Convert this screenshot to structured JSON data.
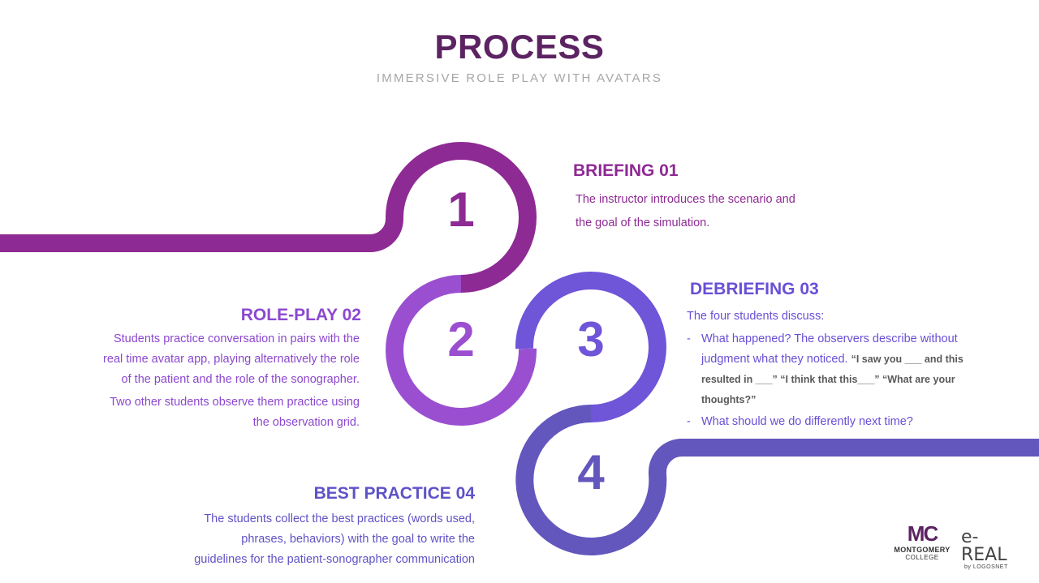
{
  "header": {
    "title": "PROCESS",
    "subtitle": "IMMERSIVE ROLE PLAY WITH AVATARS"
  },
  "colors": {
    "step1": "#8e2a93",
    "step2": "#9a4fd0",
    "step3": "#6f55d8",
    "step4": "#6356bd",
    "title": "#5c2362",
    "subtitle": "#a6a6a6"
  },
  "steps": {
    "s1": {
      "number": "1",
      "heading": "BRIEFING 01",
      "lines": [
        "The instructor introduces the scenario and",
        "the goal of the simulation."
      ]
    },
    "s2": {
      "number": "2",
      "heading": "ROLE-PLAY 02",
      "lines": [
        "Students practice conversation in pairs with the",
        "real time avatar app, playing alternatively the role",
        "of the patient and the role of the sonographer.",
        "Two other students observe them practice using",
        "the observation grid."
      ]
    },
    "s3": {
      "number": "3",
      "heading": "DEBRIEFING 03",
      "intro": "The four students discuss:",
      "bullet_dash": "-",
      "bullet1_text": "What happened? The observers describe without",
      "bullet1_text2": "judgment what they noticed.",
      "quote1": "“I saw you ___ and this",
      "quote2": "resulted in ___” “I think that this___”  “What are your",
      "quote3": "thoughts?”",
      "bullet2_text": "What should we do differently next time?"
    },
    "s4": {
      "number": "4",
      "heading": "BEST PRACTICE 04",
      "lines": [
        "The students collect the best practices (words used,",
        "phrases, behaviors) with the goal to write the",
        "guidelines for the patient-sonographer communication"
      ]
    }
  },
  "logos": {
    "mc_mark": "MC",
    "mc_line1": "MONTGOMERY",
    "mc_line2": "COLLEGE",
    "ereal_word": "e-REAL",
    "ereal_by": "by LOGOSNET"
  }
}
